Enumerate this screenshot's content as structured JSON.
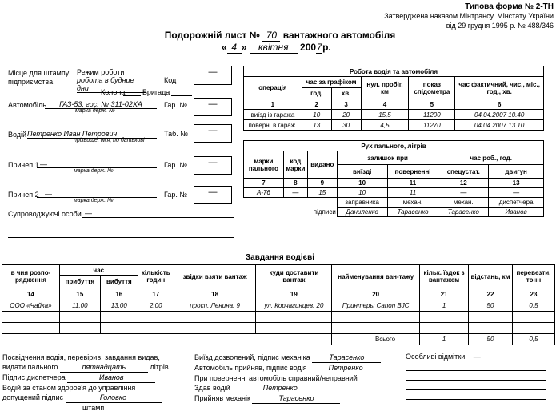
{
  "header": {
    "form_title": "Типова форма № 2-ТН",
    "approved1": "Затверджена  наказом Мінтрансу, Мінстату України",
    "approved2": "від 29 грудня 1995 р. № 488/346"
  },
  "doc": {
    "title_prefix": "Подорожній лист №",
    "number": "70",
    "title_suffix": "вантажного автомобіля",
    "day": "4",
    "month": "квітня",
    "year_prefix": "200",
    "year_digit": "7",
    "year_suffix": "р."
  },
  "left": {
    "stamp_label1": "Місце для штампу",
    "stamp_label2": "підприємства",
    "mode_label": "Режим роботи",
    "mode_value": "робота в будние дни",
    "kod_label": "Код",
    "column_label": "Колона",
    "brigade_label": "Бригада",
    "car_label": "Автомобіль",
    "car_value": "ГАЗ-53, гос. № 311-02ХА",
    "car_sub": "марка   держ. №",
    "gar_label": "Гар. №",
    "driver_label": "Водій",
    "driver_value": "Петренко Иван Петрович",
    "driver_sub": "прізвище, ім'я, по батькові",
    "tab_label": "Таб. №",
    "trailer1_label": "Причеп 1",
    "trailer2_label": "Причеп 2",
    "trailer_sub": "марка               держ. №",
    "escort_label": "Супроводжуючі особи",
    "dash": "—"
  },
  "work_table": {
    "title": "Робота водія та автомобіля",
    "h_operation": "операція",
    "h_schedule": "час за графіком",
    "h_hours": "год.",
    "h_min": "хв.",
    "h_zero_run": "нул. пробіг. км",
    "h_odometer": "показ спідометра",
    "h_actual": "час фактичний, чис., міс., год., хв.",
    "nums": [
      "1",
      "2",
      "3",
      "4",
      "5",
      "6"
    ],
    "rows": [
      [
        "виїзд із гаража",
        "10",
        "20",
        "15,5",
        "11200",
        "04.04.2007  10.40"
      ],
      [
        "поверн. в гараж.",
        "13",
        "30",
        "4,5",
        "11270",
        "04.04.2007  13.10"
      ]
    ]
  },
  "fuel_table": {
    "title": "Рух пального, літрів",
    "h_brand": "марки пального",
    "h_code": "код марки",
    "h_issued": "видано",
    "h_remain": "залишок при",
    "h_departure": "виїзді",
    "h_return": "поверненні",
    "h_worktime": "час роб., год.",
    "h_special": "спецустат.",
    "h_engine": "двигун",
    "nums": [
      "7",
      "8",
      "9",
      "10",
      "11",
      "12",
      "13"
    ],
    "row": [
      "А-76",
      "—",
      "15",
      "10",
      "11",
      "—",
      "—"
    ],
    "roles": [
      "заправника",
      "механ.",
      "механ.",
      "диспетчера"
    ],
    "sig_label": "підписи",
    "names": [
      "Даниленко",
      "Тарасенко",
      "Тарасенко",
      "Иванов"
    ]
  },
  "tasks": {
    "title": "Завдання водієві",
    "h_disposal": "в чия розпо-рядження",
    "h_time": "час",
    "h_arrival": "прибуття",
    "h_departure": "вибуття",
    "h_hours_count": "кількість годин",
    "h_from": "звідки взяти вантаж",
    "h_to": "куди доставити вантаж",
    "h_cargo": "найменування ван-тажу",
    "h_trips": "кільк. їздок з вантажем",
    "h_distance": "відстань, км",
    "h_tonnes": "перевезти, тонн",
    "nums": [
      "14",
      "15",
      "16",
      "17",
      "18",
      "19",
      "20",
      "21",
      "22",
      "23"
    ],
    "row": [
      "ООО «Чайка»",
      "11.00",
      "13.00",
      "2.00",
      "просп. Ленина, 9",
      "ул. Корчагинцев, 20",
      "Принтеры Canon BJC",
      "1",
      "50",
      "0,5"
    ],
    "total_label": "Всього",
    "total": [
      "1",
      "50",
      "0,5"
    ]
  },
  "bottom": {
    "cert1": "Посвідчення водія, перевірив, завдання видав,",
    "cert2_prefix": "видати пального",
    "cert2_value": "пятнадцать",
    "cert2_suffix": "літрів",
    "dispatcher_label": "Підпис диспетчера",
    "dispatcher_value": "Иванов",
    "health1": "Водій за станом здоров'я до управління",
    "health2_label": "допущений підпис",
    "health2_value": "Головко",
    "stamp": "штамп",
    "exit_label": "Виїзд дозволений, підпис механіка",
    "exit_value": "Тарасенко",
    "accepted_label": "Автомобіль прийняв, підпис водія",
    "accepted_value": "Петренко",
    "returned": "При поверненні автомобіль справний/неправний",
    "handed_label": "Здав водій",
    "handed_value": "Петренко",
    "mech_label": "Прийняв механік",
    "mech_value": "Тарасенко",
    "notes_label": "Особливі відмітки",
    "notes_value": "—"
  }
}
